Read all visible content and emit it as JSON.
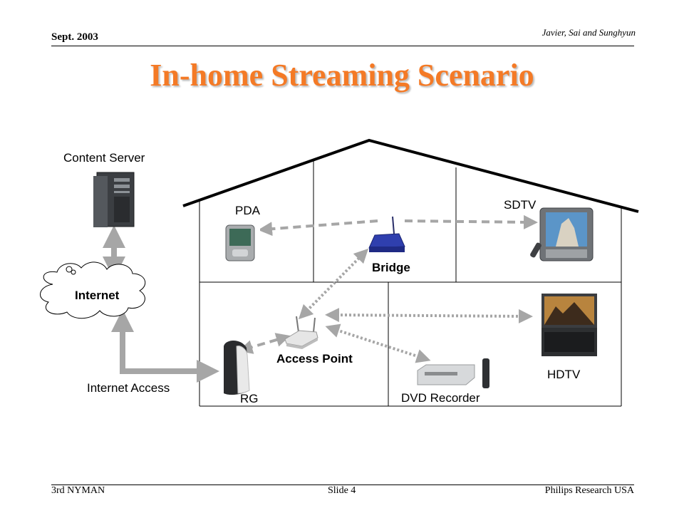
{
  "header": {
    "date": "Sept. 2003",
    "authors": "Javier, Sai and Sunghyun",
    "title": "In-home Streaming Scenario"
  },
  "diagram": {
    "content_server": "Content Server",
    "internet": "Internet",
    "internet_access": "Internet Access",
    "rg": "RG",
    "access_point": "Access Point",
    "bridge": "Bridge",
    "pda": "PDA",
    "sdtv": "SDTV",
    "hdtv": "HDTV",
    "dvd_recorder": "DVD Recorder",
    "colors": {
      "wired_link": "#a6a6a6",
      "wireless_link": "#a6a6a6",
      "house_outline": "#000000",
      "title": "#f47a26"
    },
    "icons": [
      "server-icon",
      "cloud-icon",
      "router-icon",
      "access-point-icon",
      "bridge-icon",
      "pda-icon",
      "tv-icon",
      "projection-tv-icon",
      "dvd-recorder-icon",
      "remote-icon"
    ]
  },
  "footer": {
    "left": "3rd NYMAN",
    "center": "Slide 4",
    "right": "Philips Research USA"
  }
}
